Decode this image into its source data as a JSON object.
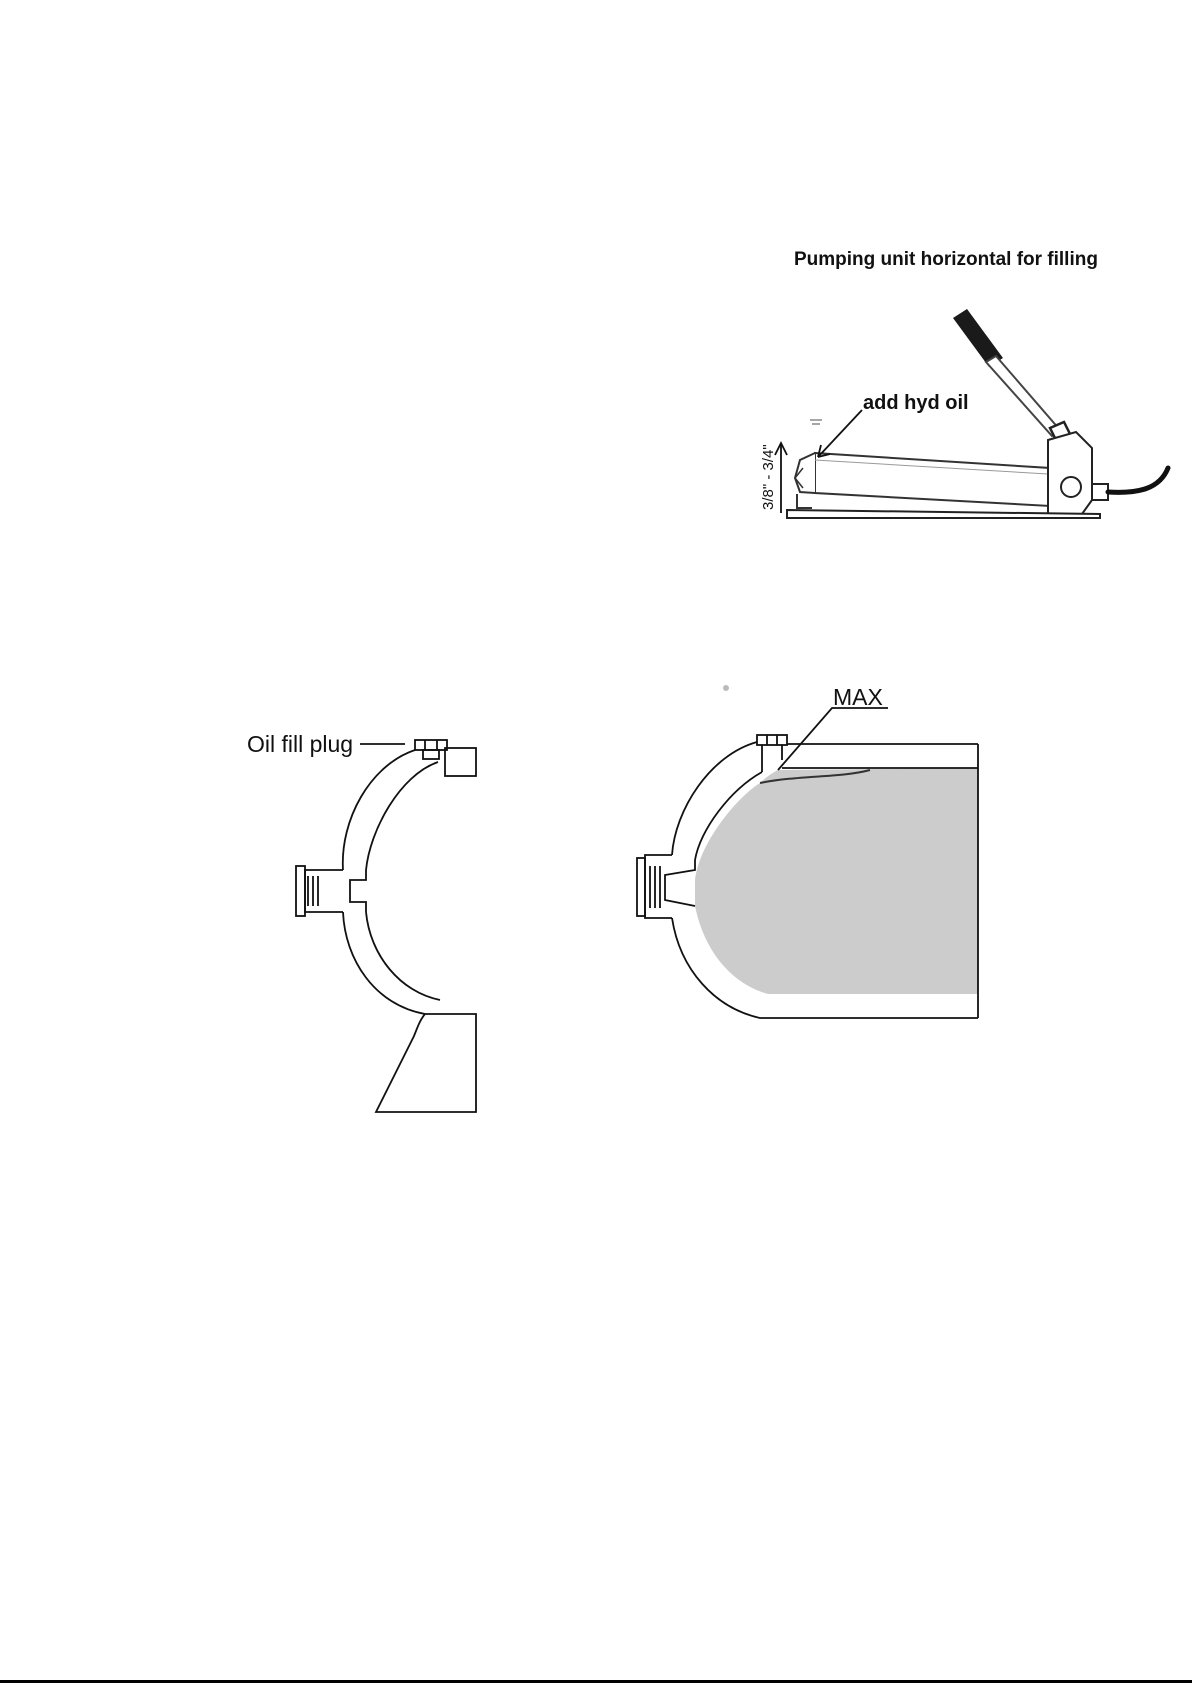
{
  "pump_figure": {
    "title": "Pumping unit horizontal for filling",
    "oil_label": "add hyd oil",
    "height_label": "3/8\" - 3/4\""
  },
  "plug_figure": {
    "label": "Oil fill plug"
  },
  "level_figure": {
    "label": "MAX"
  },
  "colors": {
    "ink": "#111111",
    "oil_fill": "#cccccc",
    "page_rule": "#000000"
  }
}
